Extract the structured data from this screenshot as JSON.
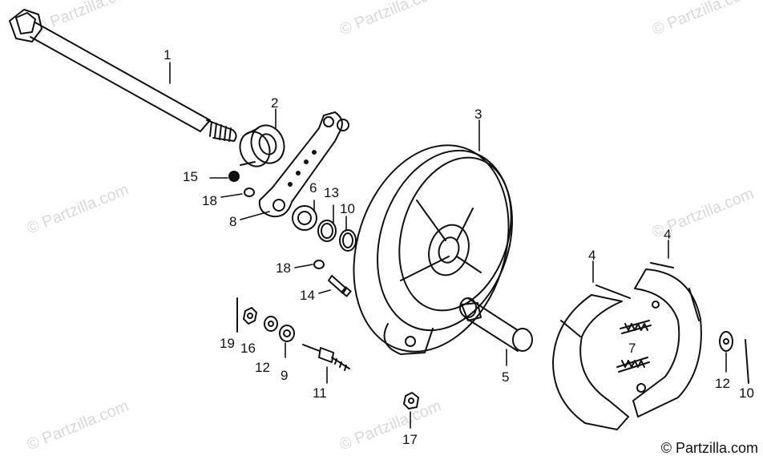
{
  "watermark": "© Partzilla.com",
  "copyright": "© Partzilla.com",
  "labels": {
    "p1": "1",
    "p2": "2",
    "p3": "3",
    "p4a": "4",
    "p4b": "4",
    "p5": "5",
    "p6": "6",
    "p7": "7",
    "p8": "8",
    "p9": "9",
    "p10a": "10",
    "p10b": "10",
    "p11": "11",
    "p12a": "12",
    "p12b": "12",
    "p13": "13",
    "p14": "14",
    "p15": "15",
    "p16": "16",
    "p17": "17",
    "p18a": "18",
    "p18b": "18",
    "p19": "19"
  }
}
